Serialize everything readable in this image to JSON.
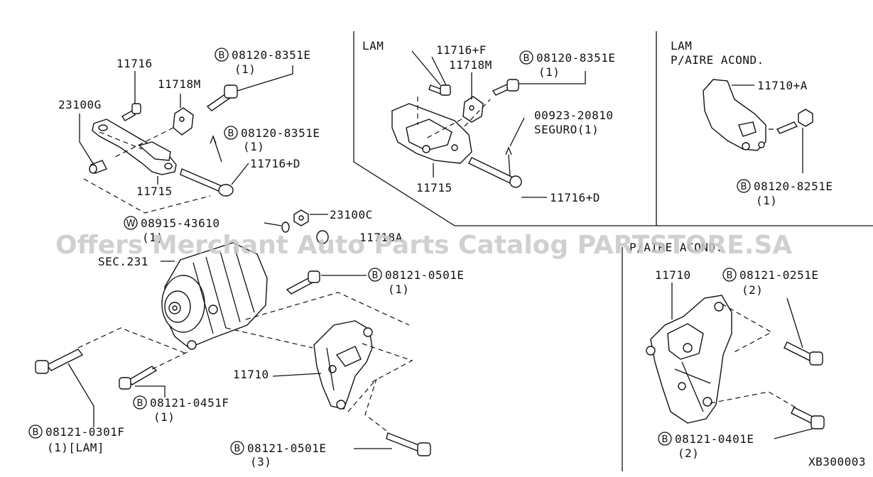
{
  "watermark": "Offers Merchant Auto Parts Catalog PARTSTORE.SA",
  "diagram_code": "XB300003",
  "section_titles": {
    "lam_top": "LAM",
    "lam_right_1": "LAM",
    "lam_right_2": "P/AIRE ACOND.",
    "paire_bottom": "P/AIRE ACOND."
  },
  "circle_letters": {
    "b": "B",
    "w": "W"
  },
  "labels": {
    "l11716": "11716",
    "l23100g": "23100G",
    "l11718m_a": "11718M",
    "b08120_8351e_a": "08120-8351E",
    "q1_a": "(1)",
    "b08120_8351e_b": "08120-8351E",
    "q1_b": "(1)",
    "l11716d_a": "11716+D",
    "l11715_a": "11715",
    "w08915": "08915-43610",
    "q1_w": "(1)",
    "l23100c": "23100C",
    "l11718a": "11718A",
    "sec231": "SEC.231",
    "b08121_0501e_a": "08121-0501E",
    "q1_c": "(1)",
    "l11710_a": "11710",
    "b08121_0451f": "08121-0451F",
    "q1_d": "(1)",
    "b08121_0301f": "08121-0301F",
    "q1_lam": "(1)[LAM]",
    "b08121_0501e_b": "08121-0501E",
    "q3": "(3)",
    "l11716f": "11716+F",
    "l11718m_b": "11718M",
    "b08120_8351e_c": "08120-8351E",
    "q1_e": "(1)",
    "l00923": "00923-20810",
    "segur": "SEGURO(1)",
    "l11715_b": "11715",
    "l11716d_b": "11716+D",
    "l11710a": "11710+A",
    "b08120_8251e": "08120-8251E",
    "q1_f": "(1)",
    "l11710_b": "11710",
    "b08121_0251e": "08121-0251E",
    "q2_a": "(2)",
    "b08121_0401e": "08121-0401E",
    "q2_b": "(2)"
  }
}
